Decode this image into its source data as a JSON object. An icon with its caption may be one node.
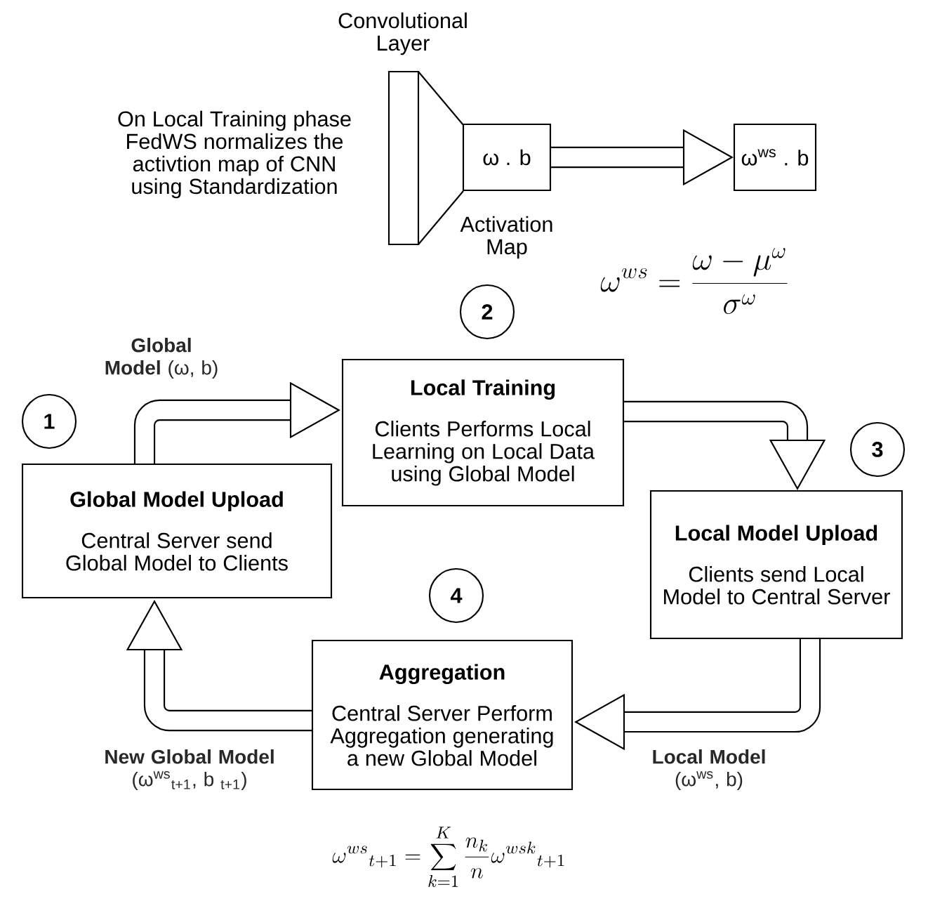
{
  "diagram": {
    "nodes": [
      {
        "text": [
          "ω . b"
        ],
        "beside": [
          "Activation Map"
        ]
      },
      {
        "text": [
          "ω$^{ws}$ . b"
        ]
      },
      {
        "text": [
          "2"
        ]
      },
      {
        "text": [
          "Local Training",
          "Clients Performs Local Learning on Local Data using Global Model"
        ]
      },
      {
        "text": [
          "1"
        ]
      },
      {
        "text": [
          "3"
        ]
      },
      {
        "text": [
          "Global Model Upload",
          "Central Server send Global Model to Clients"
        ]
      },
      {
        "text": [
          "Local Model Upload",
          "Clients send Local Model to Central Server"
        ]
      },
      {
        "text": [
          "4"
        ]
      },
      {
        "text": [
          "Aggregation",
          "Central Server Perform Aggregation generating a new Global Model"
        ]
      }
    ],
    "edges": [
      {
        "from": 0,
        "to": 1,
        "arrow": "to"
      },
      {
        "from": 6,
        "to": 3,
        "arrow": "to",
        "label": "**Global Model** (ω, b)"
      },
      {
        "from": 3,
        "to": 7,
        "arrow": "to"
      },
      {
        "from": 7,
        "to": 9,
        "arrow": "to",
        "label": "**Local Model** (ω$^{ws}$, b)"
      },
      {
        "from": 9,
        "to": 6,
        "arrow": "to",
        "label": "**New Global Model** (ω$^{ws}$$_{t+1}$, b $_{t+1}$)"
      }
    ],
    "labels": [
      "Convolutional Layer",
      "On Local Training phase FedWS normalizes the activtion map of CNN using Standardization",
      "\\omega^{ws} = \\frac{\\omega - \\mu^{\\omega}}{\\sigma^{\\omega}}",
      "\\omega^{ws}{}_{t+1} = \\sum_{k=1}^{K} \\frac{n_k}{n} \\omega^{wsk}{}_{t+1}"
    ]
  }
}
